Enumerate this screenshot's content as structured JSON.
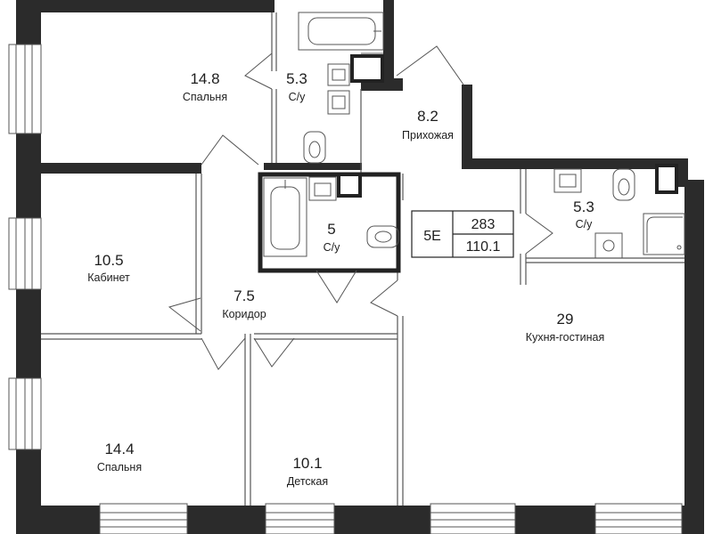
{
  "apartment": {
    "type_code": "5E",
    "number": "283",
    "total_area": "110.1"
  },
  "rooms": [
    {
      "id": "bedroom-1",
      "area": "14.8",
      "name": "Спальня"
    },
    {
      "id": "bathroom-1",
      "area": "5.3",
      "name": "С/у"
    },
    {
      "id": "hallway",
      "area": "8.2",
      "name": "Прихожая"
    },
    {
      "id": "study",
      "area": "10.5",
      "name": "Кабинет"
    },
    {
      "id": "bathroom-2",
      "area": "5",
      "name": "С/у"
    },
    {
      "id": "corridor",
      "area": "7.5",
      "name": "Коридор"
    },
    {
      "id": "bathroom-3",
      "area": "5.3",
      "name": "С/у"
    },
    {
      "id": "kitchen-living",
      "area": "29",
      "name": "Кухня-гостиная"
    },
    {
      "id": "bedroom-2",
      "area": "14.4",
      "name": "Спальня"
    },
    {
      "id": "kids-room",
      "area": "10.1",
      "name": "Детская"
    }
  ]
}
